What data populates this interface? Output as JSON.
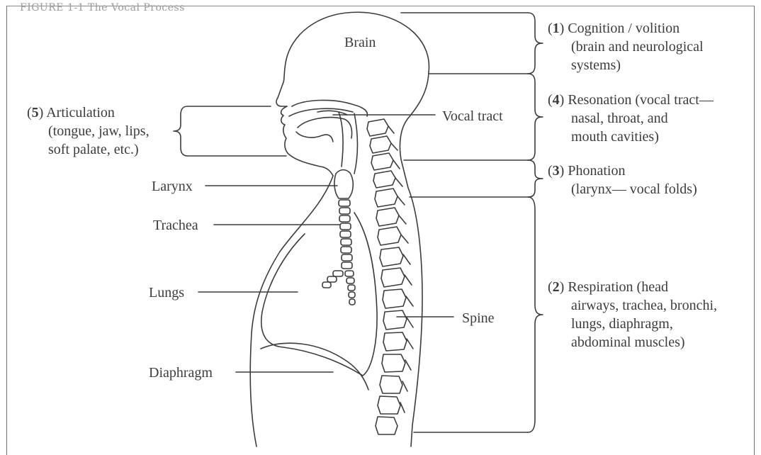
{
  "header": {
    "caption_fragment": "FIGURE 1-1 The Vocal Process"
  },
  "parts": {
    "brain": "Brain",
    "vocal_tract": "Vocal tract",
    "larynx": "Larynx",
    "trachea": "Trachea",
    "lungs": "Lungs",
    "spine": "Spine",
    "diaphragm": "Diaphragm"
  },
  "stages": [
    {
      "number": "1",
      "lines": [
        "Cognition / volition",
        "(brain and neurological",
        "systems)"
      ]
    },
    {
      "number": "4",
      "lines": [
        "Resonation (vocal tract—",
        "nasal, throat, and",
        "mouth cavities)"
      ]
    },
    {
      "number": "3",
      "lines": [
        "Phonation",
        "(larynx— vocal folds)"
      ]
    },
    {
      "number": "2",
      "lines": [
        "Respiration (head",
        "airways, trachea, bronchi,",
        "lungs, diaphragm,",
        "abdominal muscles)"
      ]
    },
    {
      "number": "5",
      "lines": [
        "Articulation",
        "(tongue, jaw, lips,",
        "soft palate, etc.)"
      ]
    }
  ],
  "colors": {
    "ink": "#3c3c3c",
    "frame": "#6f6f6f",
    "background": "#ffffff"
  }
}
